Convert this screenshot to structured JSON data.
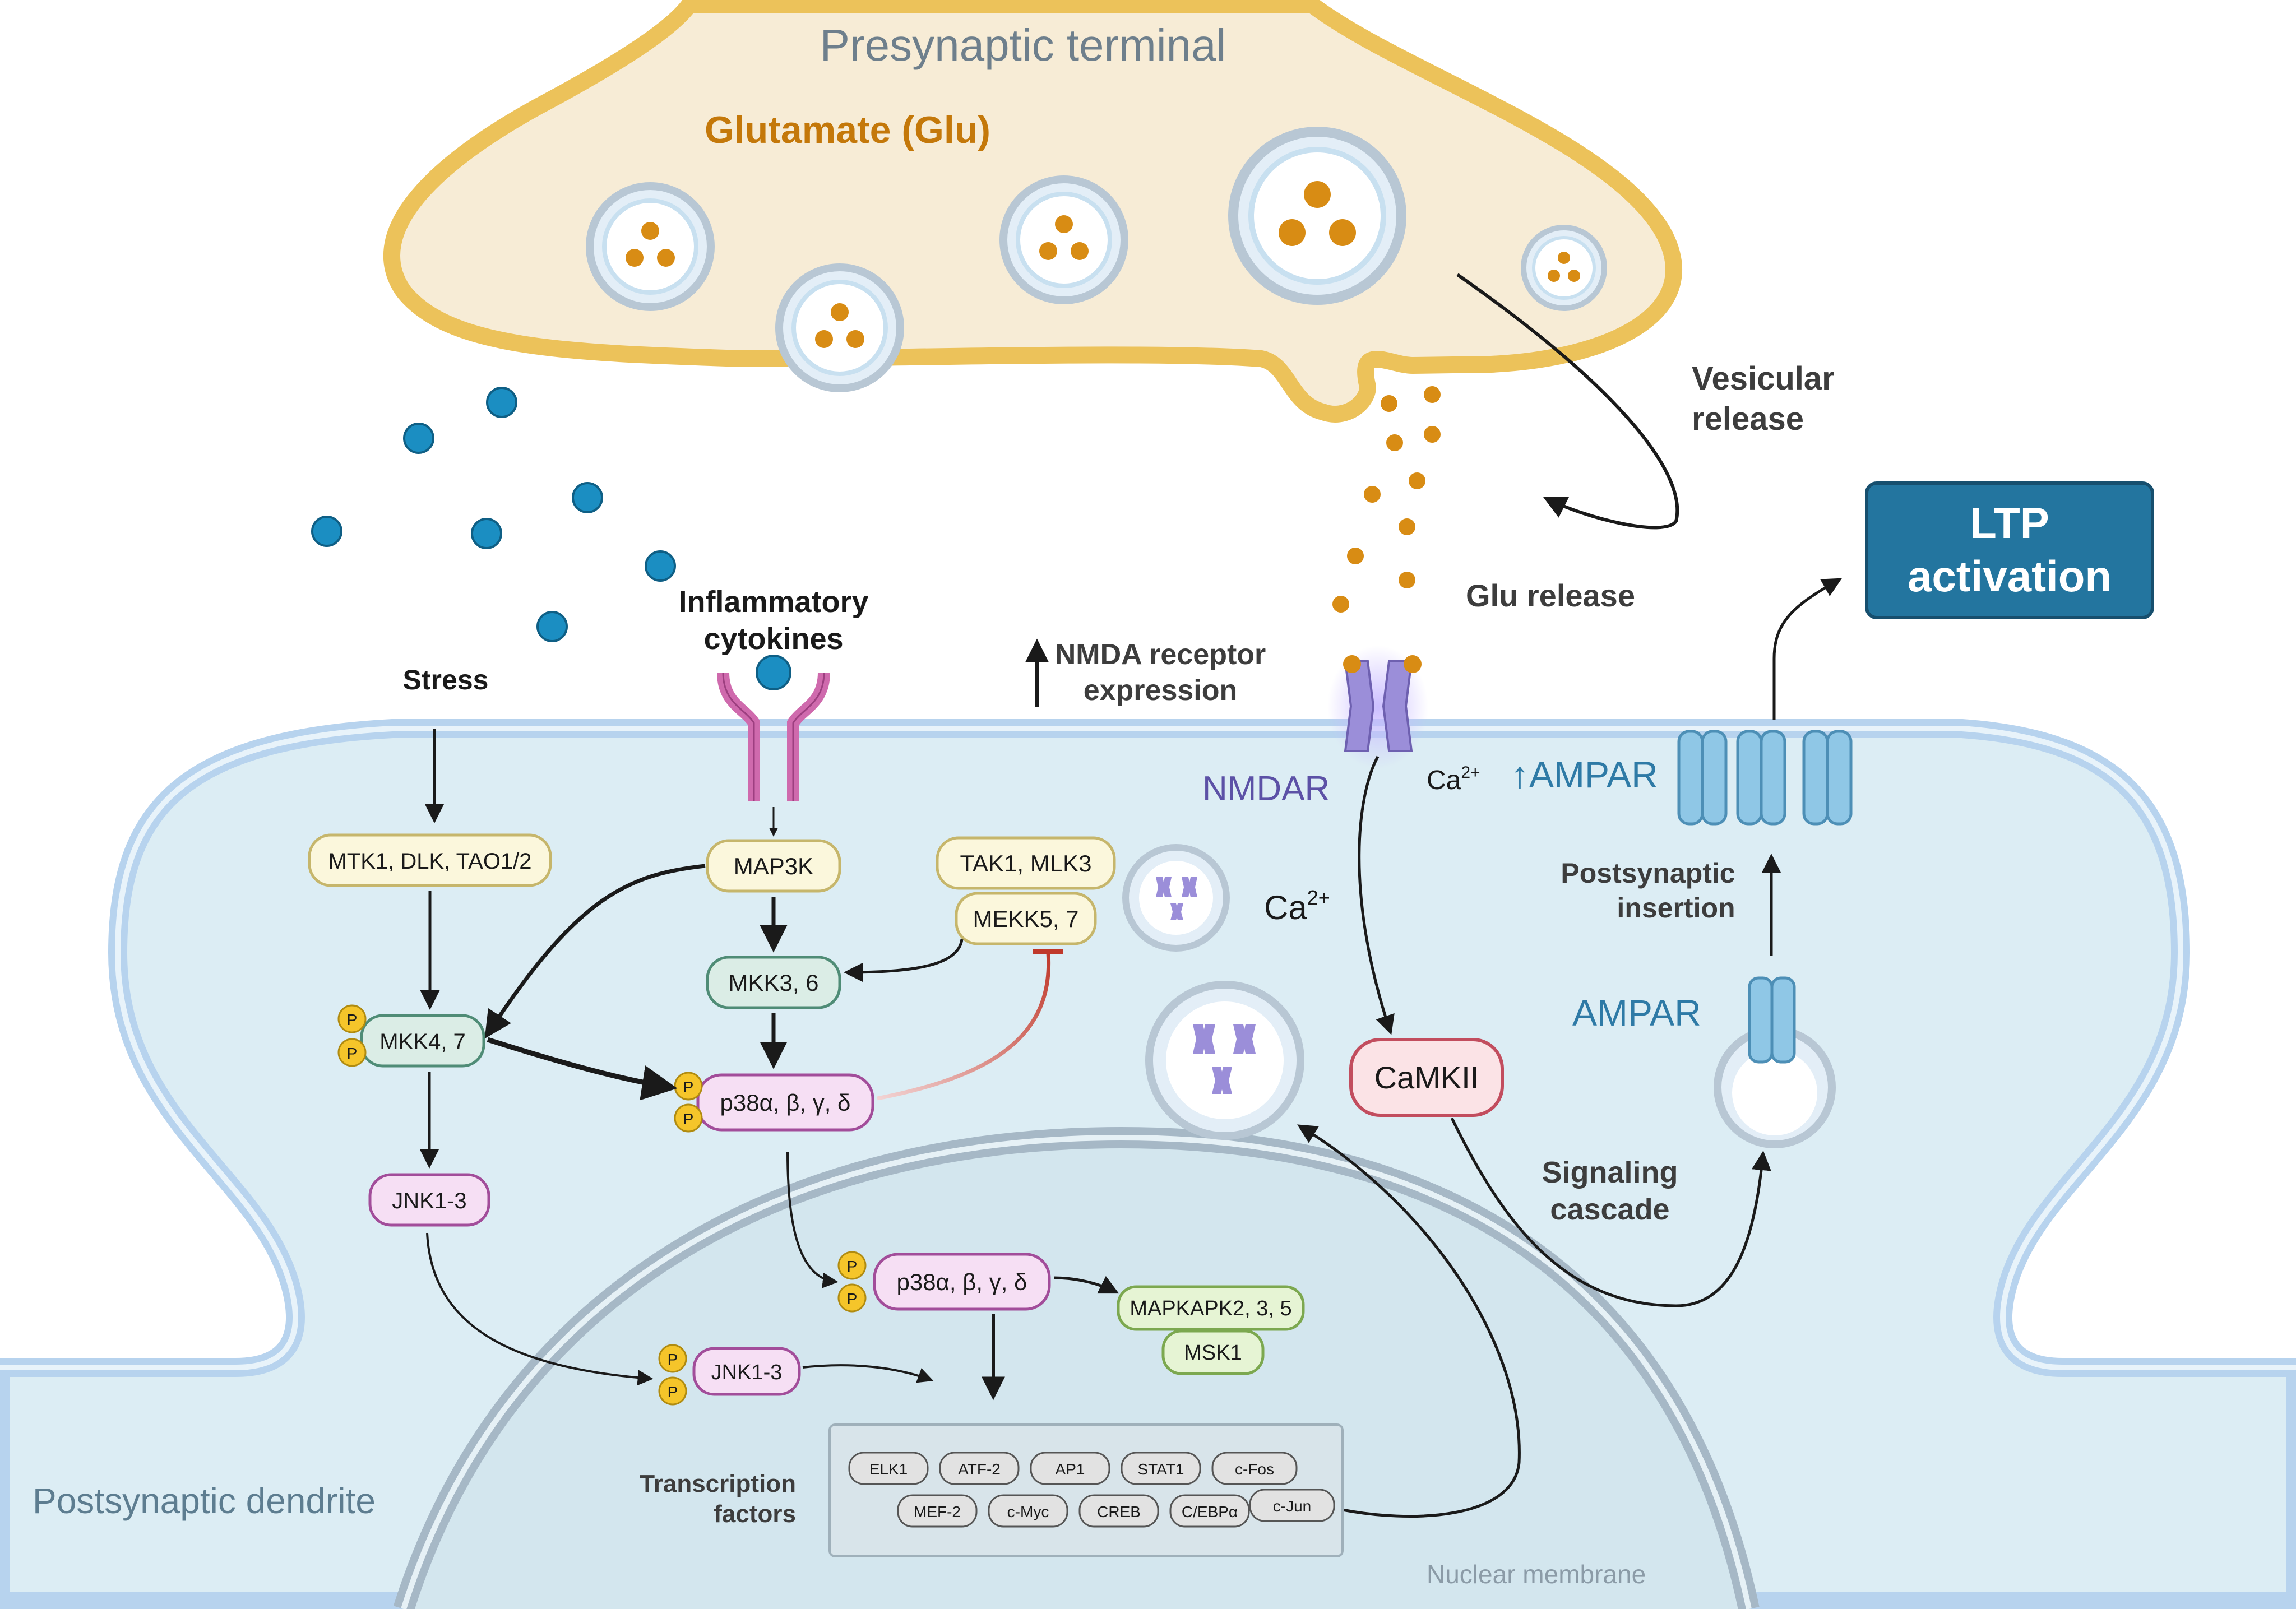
{
  "regions": {
    "presynaptic": "Presynaptic terminal",
    "glutamate": "Glutamate (Glu)",
    "postsynaptic": "Postsynaptic dendrite",
    "nuclear_membrane": "Nuclear membrane"
  },
  "labels": {
    "vesicular_release_1": "Vesicular",
    "vesicular_release_2": "release",
    "glu_release": "Glu release",
    "stress": "Stress",
    "inflammatory_1": "Inflammatory",
    "inflammatory_2": "cytokines",
    "nmda_expr_1": "NMDA receptor",
    "nmda_expr_2": "expression",
    "nmdar": "NMDAR",
    "ca_small": "Ca",
    "ca_large": "Ca",
    "ca_sup": "2+",
    "ampar_up": "↑AMPAR",
    "ampar": "AMPAR",
    "postsyn_insert_1": "Postsynaptic",
    "postsyn_insert_2": "insertion",
    "signaling_1": "Signaling",
    "signaling_2": "cascade",
    "ltp_1": "LTP",
    "ltp_2": "activation",
    "tf_1": "Transcription",
    "tf_2": "factors",
    "phospho": "P"
  },
  "nodes": {
    "mtk": "MTK1, DLK, TAO1/2",
    "map3k": "MAP3K",
    "tak": "TAK1, MLK3",
    "mekk": "MEKK5, 7",
    "mkk36": "MKK3, 6",
    "mkk47": "MKK4, 7",
    "p38": "p38α, β, γ, δ",
    "jnk": "JNK1-3",
    "p38n": "p38α, β, γ, δ",
    "jnkn": "JNK1-3",
    "mapkapk": "MAPKAPK2, 3, 5",
    "msk1": "MSK1",
    "camkii": "CaMKII"
  },
  "transcription_factors": {
    "row1": [
      "ELK1",
      "ATF-2",
      "AP1",
      "STAT1",
      "c-Fos"
    ],
    "row2": [
      "MEF-2",
      "c-Myc",
      "CREB",
      "C/EBPα",
      "c-Jun"
    ]
  },
  "colors": {
    "presyn_fill": "#f7ecd6",
    "presyn_stroke": "#ecc25a",
    "glu_text": "#c4780a",
    "glu_dot": "#d88c14",
    "postsyn_fill": "#dcedf4",
    "membrane": "#b7d3ee",
    "nuclear": "#a6b8c6",
    "cytokine_dot": "#1b8ec2",
    "ltp_box": "#23759f",
    "nmdar": "#9b8ed9",
    "ampar": "#8fc7e6",
    "receptor_pink": "#cf6aad",
    "inhibit_red": "#c0392b"
  }
}
